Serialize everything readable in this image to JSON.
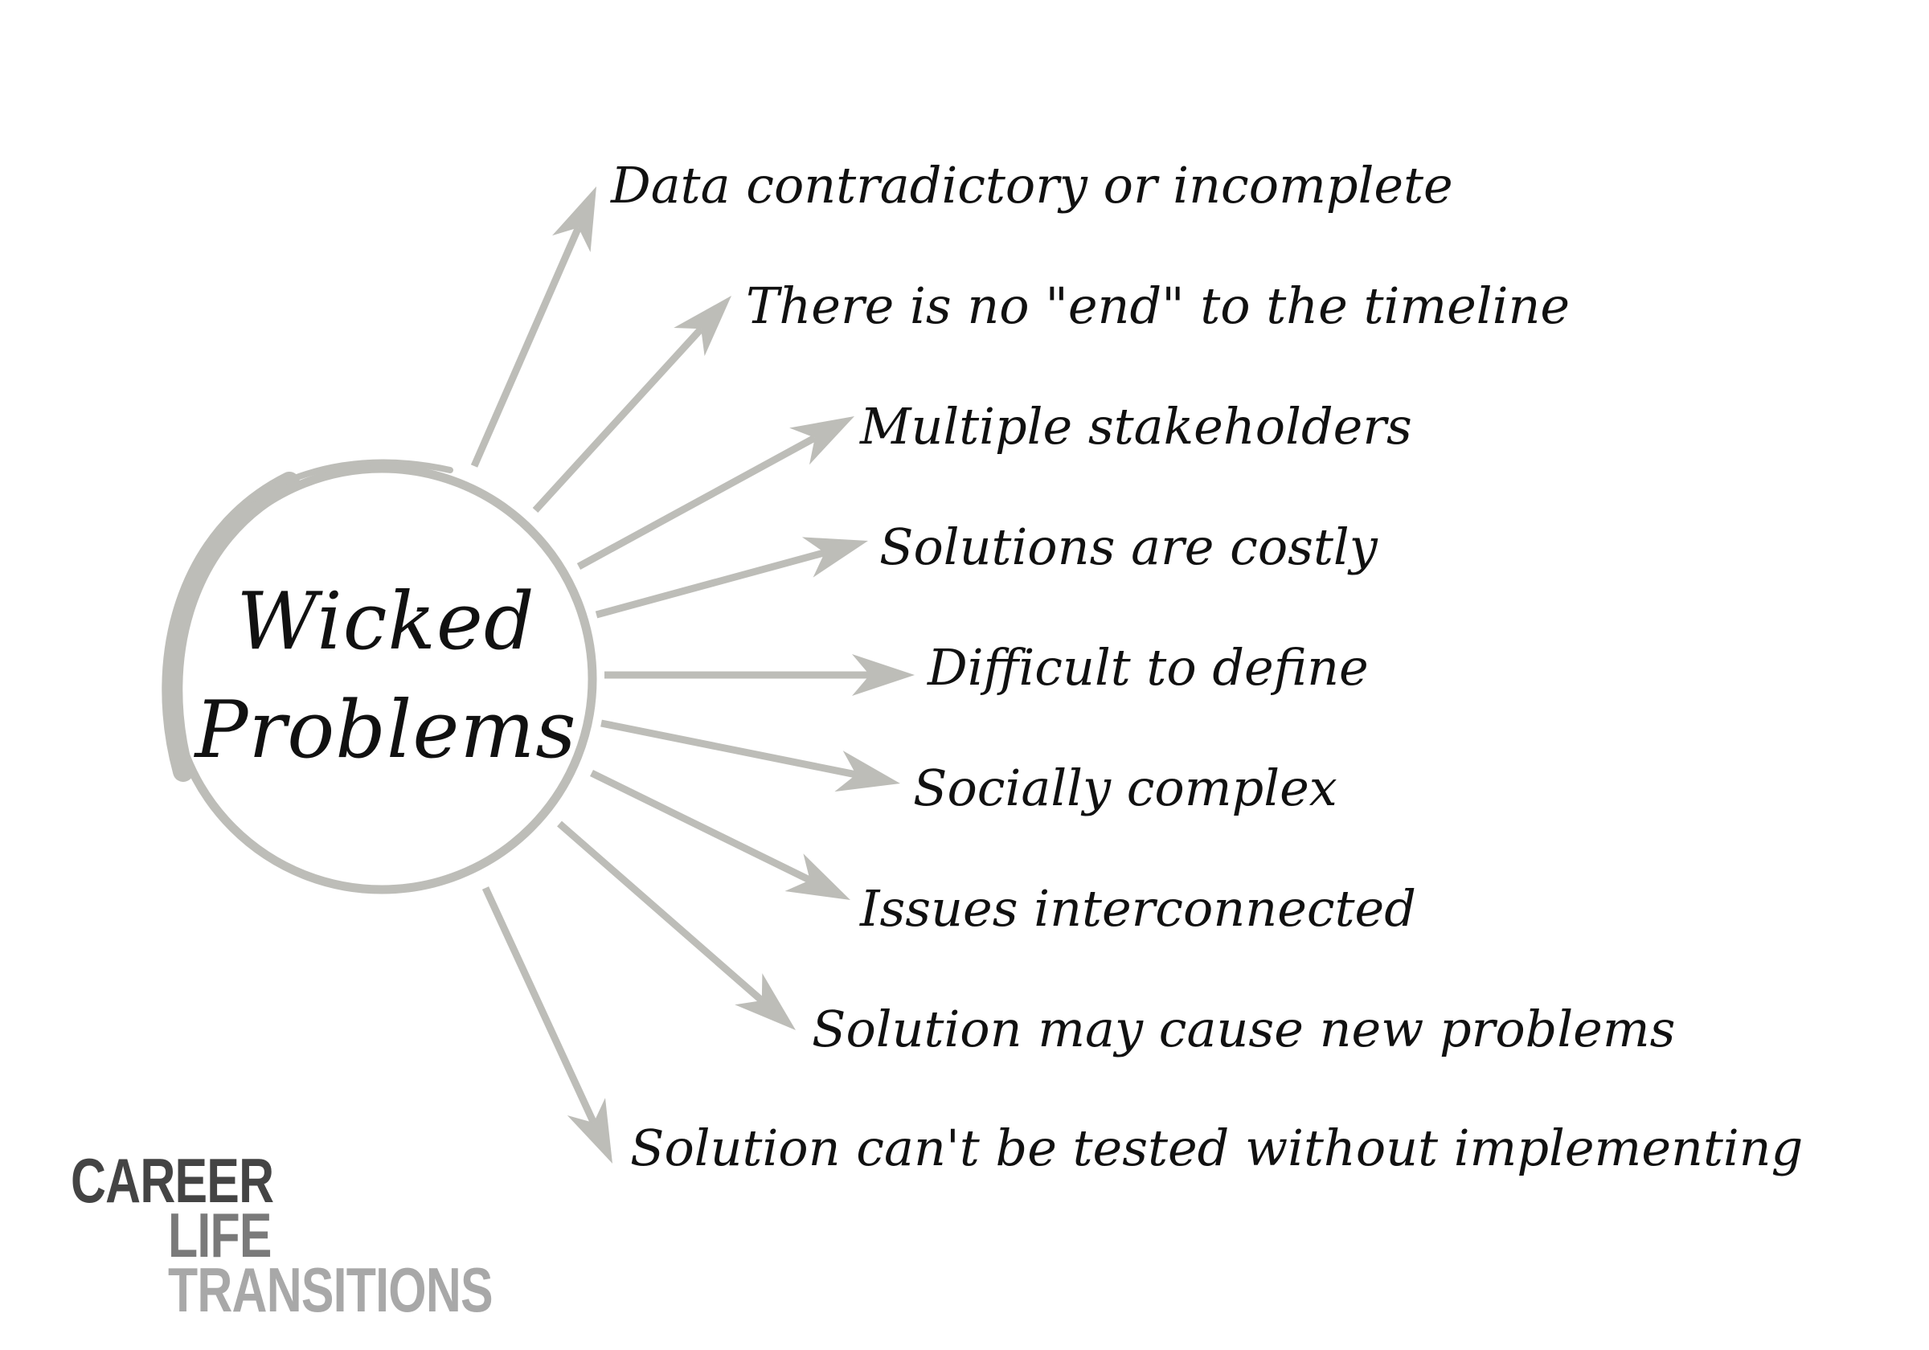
{
  "diagram": {
    "center": {
      "line1": "Wicked",
      "line2": "Problems"
    },
    "items": [
      "Data contradictory or incomplete",
      "There is no \"end\" to the timeline",
      "Multiple stakeholders",
      "Solutions are costly",
      "Difficult to define",
      "Socially complex",
      "Issues interconnected",
      "Solution may cause new problems",
      "Solution can't be tested without implementing"
    ]
  },
  "logo": {
    "line1": "CAREER",
    "line2": "LIFE",
    "line3": "TRANSITIONS",
    "colors": [
      "#444444",
      "#7a7a7a",
      "#a8a8a8"
    ]
  },
  "colors": {
    "arrow": "#bdbdb8",
    "circle": "#bdbdb8",
    "text": "#111111"
  }
}
